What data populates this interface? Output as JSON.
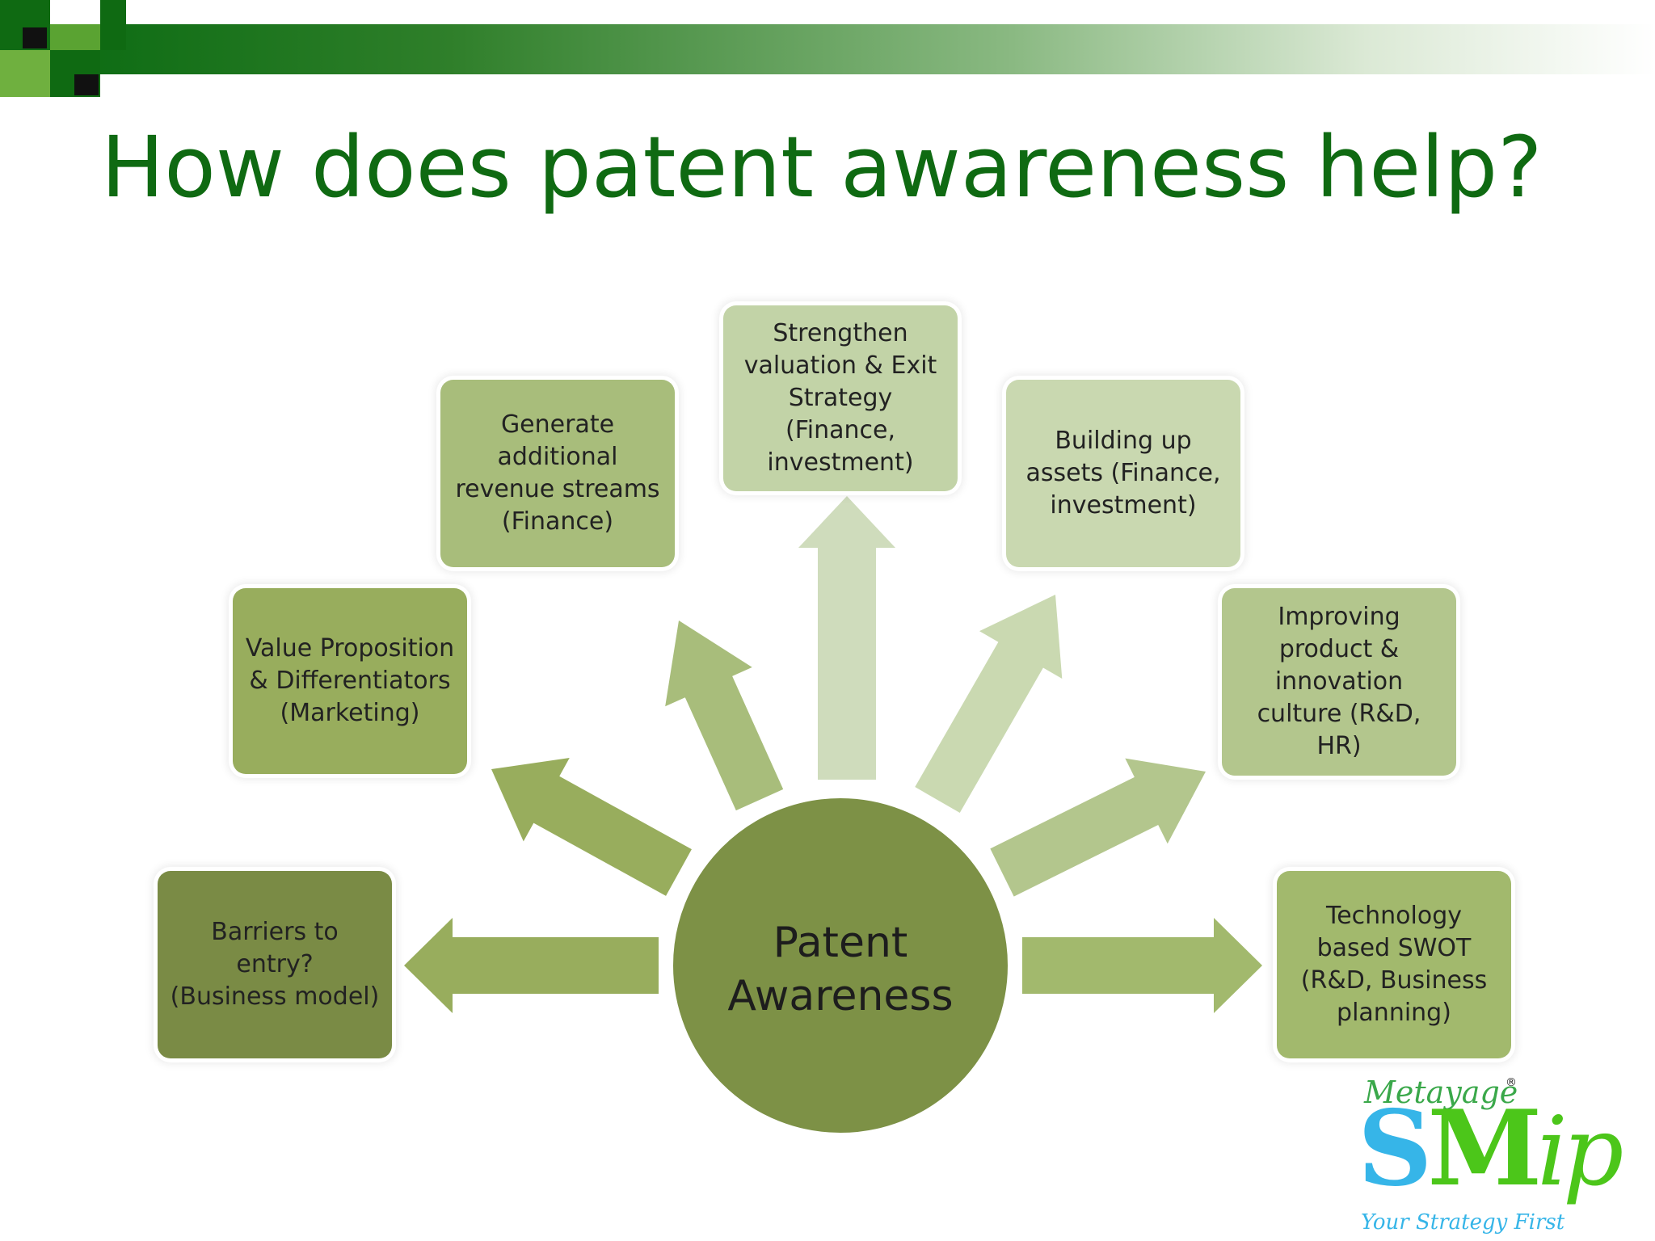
{
  "slide": {
    "title": "How does patent awareness help?"
  },
  "center": {
    "label": "Patent\nAwareness",
    "color": "#7d9146"
  },
  "boxes": [
    {
      "id": "barriers",
      "text": "Barriers to entry?\n(Business model)",
      "color": "#7a8b45"
    },
    {
      "id": "value",
      "text": "Value Proposition\n& Differentiators\n(Marketing)",
      "color": "#98ad5d"
    },
    {
      "id": "revenue",
      "text": "Generate\nadditional\nrevenue streams\n(Finance)",
      "color": "#a8bd7b"
    },
    {
      "id": "valuation",
      "text": "Strengthen\nvaluation & Exit\nStrategy\n(Finance,\ninvestment)",
      "color": "#c2d3a7"
    },
    {
      "id": "assets",
      "text": "Building up\nassets (Finance,\ninvestment)",
      "color": "#c9d8b0"
    },
    {
      "id": "innovation",
      "text": "Improving\nproduct &\ninnovation\nculture (R&D, HR)",
      "color": "#b3c68d"
    },
    {
      "id": "swot",
      "text": "Technology\nbased SWOT\n(R&D, Business\nplanning)",
      "color": "#a2b96d"
    }
  ],
  "arrow_colors": [
    "#98ad5d",
    "#a8bd7b",
    "#b6c995",
    "#cfdcbc",
    "#cad9b1",
    "#b3c68d",
    "#a2b96d"
  ],
  "logo": {
    "brand": "Metayage",
    "registered": "®",
    "mark_s": "S",
    "mark_m": "M",
    "mark_ip": "ip",
    "tagline": "Your Strategy First"
  }
}
